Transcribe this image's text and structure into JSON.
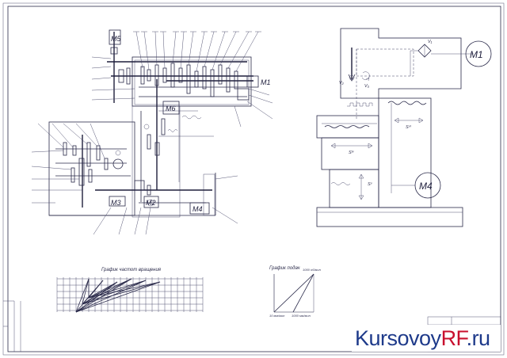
{
  "motors": {
    "m1": "M1",
    "m3": "M3",
    "m4": "M4",
    "m5": "M5",
    "m6": "M6",
    "m2": "M2",
    "right_m1": "M1",
    "right_m4": "M4"
  },
  "right_labels": {
    "v1": "V₁",
    "v2": "V₂",
    "v3": "V₃",
    "s_vi": "Sᵛᴵ",
    "s_iv": "Sᴵᵛ",
    "s_v": "Sᵛ"
  },
  "chart_titles": {
    "speed": "График частот вращения",
    "feed": "График подач"
  },
  "feed_labels": {
    "top": "1000 об/мин",
    "left": "10 мм/мин",
    "mid": "1000 мм/мин"
  },
  "watermark": {
    "main": "Kursovoy",
    "accent": "RF",
    "tld": ".ru"
  }
}
